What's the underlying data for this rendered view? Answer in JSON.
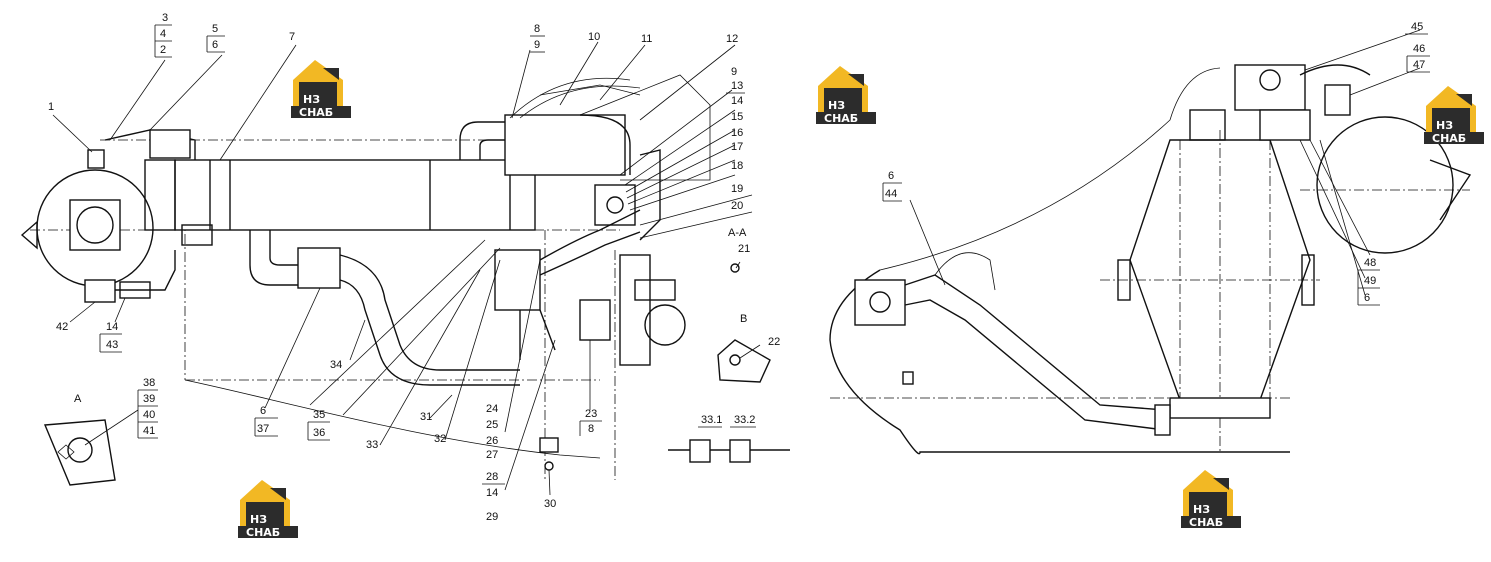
{
  "colors": {
    "logo_yellow": "#f2b824",
    "logo_dark": "#2c2c2c",
    "ink": "#111111"
  },
  "logo": {
    "mark": "НЗ",
    "word": "СНАБ"
  },
  "section_labels": {
    "a": "A",
    "b": "B",
    "aa": "A-A"
  },
  "callouts": {
    "c1": "1",
    "c2": "2",
    "c3": "3",
    "c4": "4",
    "c5": "5",
    "c6a": "6",
    "c7": "7",
    "c8": "8",
    "c9a": "9",
    "c10": "10",
    "c11": "11",
    "c12": "12",
    "c9b": "9",
    "c13": "13",
    "c14a": "14",
    "c15": "15",
    "c16": "16",
    "c17": "17",
    "c18": "18",
    "c19": "19",
    "c20": "20",
    "c21": "21",
    "c22": "22",
    "c42": "42",
    "c14b": "14",
    "c43": "43",
    "c34": "34",
    "c6b": "6",
    "c37": "37",
    "c35": "35",
    "c36": "36",
    "c33": "33",
    "c31": "31",
    "c32": "32",
    "c24": "24",
    "c25": "25",
    "c26": "26",
    "c27": "27",
    "c28": "28",
    "c14c": "14",
    "c29": "29",
    "c30": "30",
    "c23": "23",
    "c8b": "8",
    "c331": "33.1",
    "c332": "33.2",
    "c38": "38",
    "c39": "39",
    "c40": "40",
    "c41": "41",
    "c6c": "6",
    "c44": "44",
    "c45": "45",
    "c46": "46",
    "c47": "47",
    "c48": "48",
    "c49": "49",
    "c6d": "6"
  }
}
